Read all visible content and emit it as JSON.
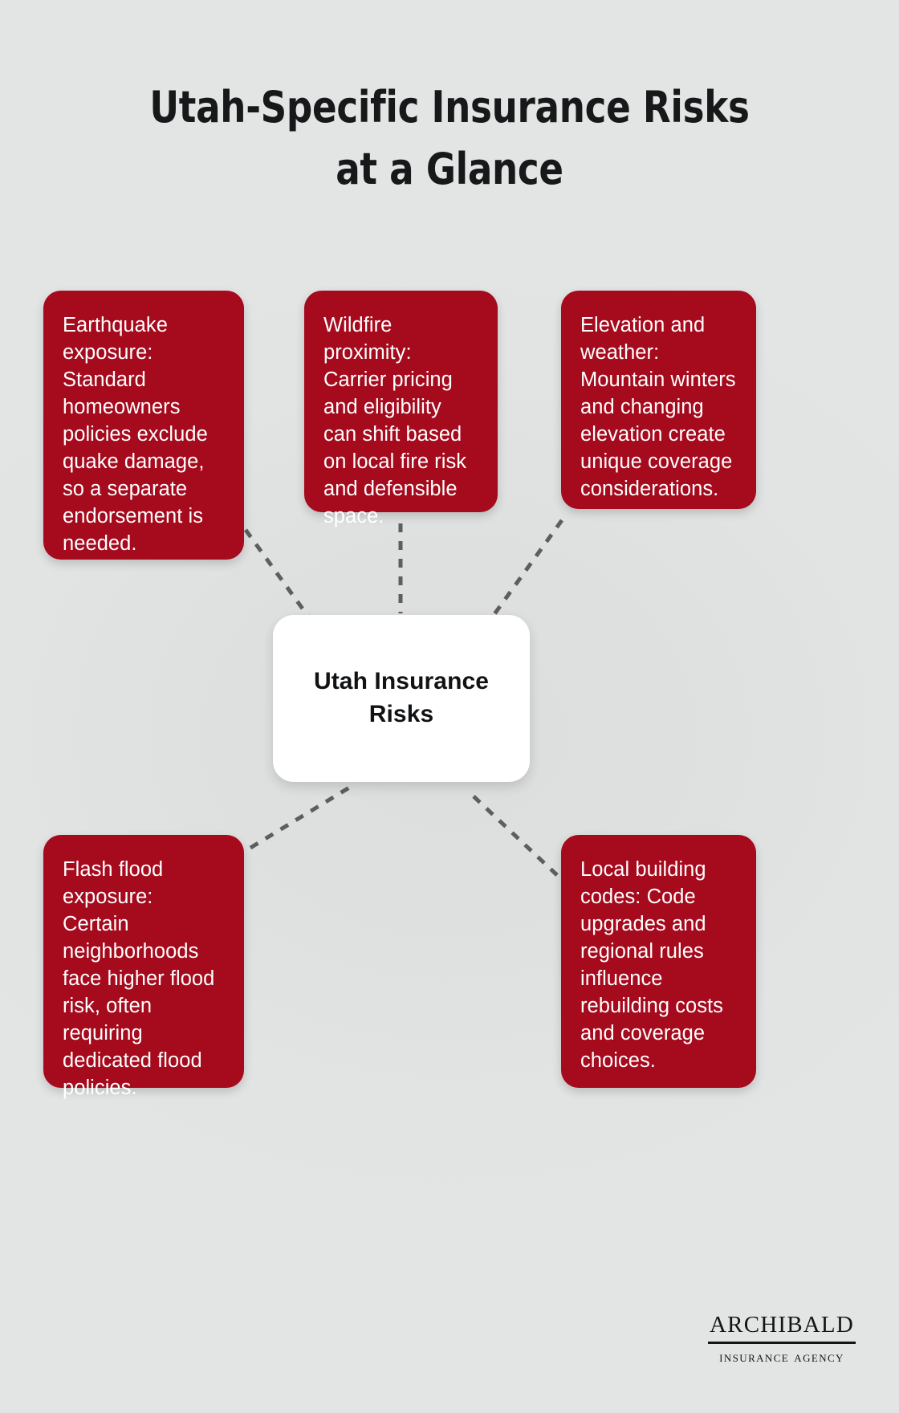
{
  "header": {
    "title_line1": "Utah-Specific Insurance Risks",
    "title_line2": "at a Glance"
  },
  "colors": {
    "background": "#e1e3e3",
    "card_red": "#a50a1d",
    "card_text": "#ffffff",
    "center_bg": "#ffffff",
    "center_text": "#101214",
    "connector": "#5e5e5e",
    "title_text": "#17181a",
    "logo_text": "#151515"
  },
  "center": {
    "label": "Utah Insurance Risks"
  },
  "cards": [
    {
      "id": "earthquake",
      "text": "Earthquake exposure: Standard homeowners policies exclude quake damage, so a separate endorsement is needed."
    },
    {
      "id": "wildfire",
      "text": "Wildfire proximity: Carrier pricing and eligibility can shift based on local fire risk and defensible space."
    },
    {
      "id": "elevation",
      "text": "Elevation and weather: Mountain winters and changing elevation create unique coverage considerations."
    },
    {
      "id": "flood",
      "text": "Flash flood exposure: Certain neighborhoods face higher flood risk, often requiring dedicated flood policies."
    },
    {
      "id": "codes",
      "text": "Local building codes: Code upgrades and regional rules influence rebuilding costs and coverage choices."
    }
  ],
  "logo": {
    "name": "Archibald",
    "tagline": "Insurance Agency"
  }
}
